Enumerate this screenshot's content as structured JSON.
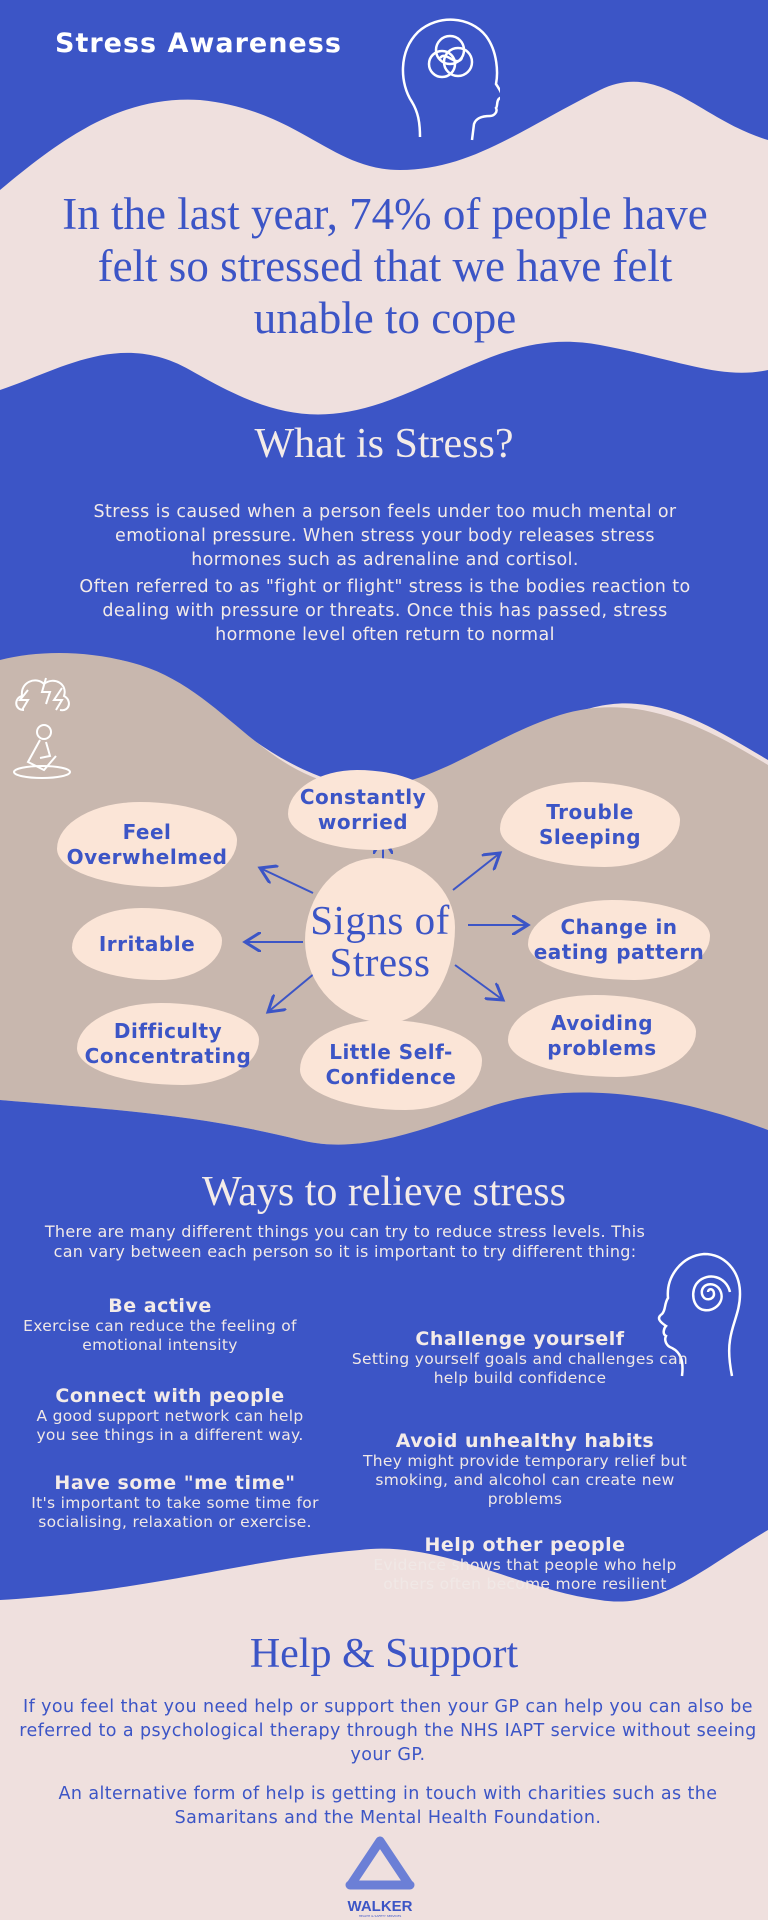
{
  "header": {
    "title": "Stress Awareness",
    "icon": "head-tangled-thoughts-icon"
  },
  "statistic": {
    "text": "In the last year, 74% of people have felt so stressed that we have felt unable to cope"
  },
  "what_is_stress": {
    "heading": "What is Stress?",
    "paragraphs": [
      "Stress is caused when a person feels under too much mental or emotional pressure. When stress your body releases stress hormones such as adrenaline and cortisol.",
      "Often referred to as \"fight or flight\" stress is the bodies reaction to dealing with pressure or threats. Once this has passed, stress hormone level often return to normal"
    ]
  },
  "signs": {
    "center": "Signs of Stress",
    "icon": "stressed-person-icon",
    "items": [
      "Constantly worried",
      "Trouble Sleeping",
      "Feel Overwhelmed",
      "Irritable",
      "Change in eating pattern",
      "Difficulty Concentrating",
      "Little Self-Confidence",
      "Avoiding problems"
    ]
  },
  "ways": {
    "heading": "Ways to relieve stress",
    "intro": "There are many different things you can try to reduce stress levels. This can vary between each person so it is important to try different thing:",
    "icon": "head-spiral-icon",
    "items": [
      {
        "title": "Be active",
        "text": "Exercise can reduce the feeling of emotional intensity"
      },
      {
        "title": "Connect with people",
        "text": "A good support network can help you see things in a different way."
      },
      {
        "title": "Have some \"me time\"",
        "text": "It's important to take some time for socialising, relaxation or exercise."
      },
      {
        "title": "Challenge yourself",
        "text": "Setting yourself goals and challenges can help build confidence"
      },
      {
        "title": "Avoid unhealthy habits",
        "text": "They might provide temporary relief but smoking, and alcohol can create new problems"
      },
      {
        "title": "Help other people",
        "text": "Evidence shows that people who help others often become more resilient"
      }
    ]
  },
  "help": {
    "heading": "Help & Support",
    "paragraphs": [
      "If you feel that you need help or support then your GP can help you can also be referred to a psychological therapy through the NHS IAPT service without seeing your GP.",
      "An alternative form of help is getting in touch with charities such as the Samaritans and the Mental Health Foundation."
    ]
  },
  "logo": {
    "name": "WALKER",
    "tagline": "HEALTH & SAFETY SERVICES"
  },
  "colors": {
    "blue": "#3c55c6",
    "pink": "#efe0de",
    "taupe": "#c8b7ae",
    "bubble": "#fbe5d7"
  }
}
